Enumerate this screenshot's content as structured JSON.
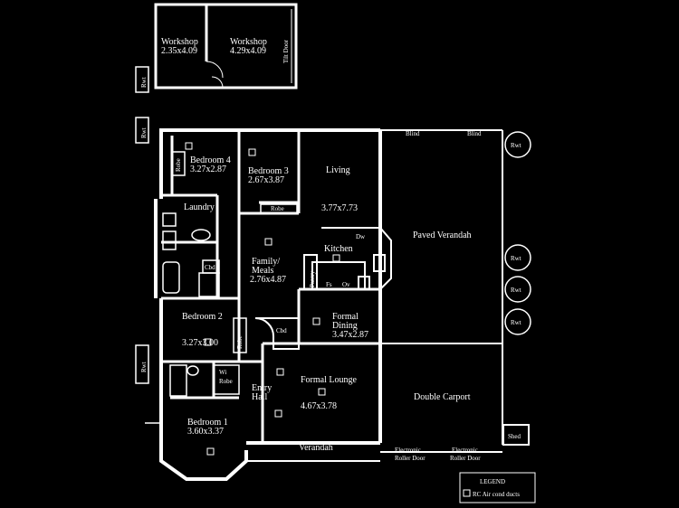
{
  "rooms": {
    "workshop1": {
      "name": "Workshop",
      "size": "2.35x4.09"
    },
    "workshop2": {
      "name": "Workshop",
      "size": "4.29x4.09"
    },
    "tilt_door": "Tilt Door",
    "bedroom4": {
      "name": "Bedroom 4",
      "size": "3.27x2.87"
    },
    "bedroom3": {
      "name": "Bedroom 3",
      "size": "2.67x3.87"
    },
    "living": {
      "name": "Living",
      "size": "3.77x7.73"
    },
    "laundry": "Laundry",
    "family": {
      "name1": "Family/",
      "name2": "Meals",
      "size": "2.76x4.87"
    },
    "kitchen": "Kitchen",
    "pantry": "Pantry",
    "bedroom2": {
      "name": "Bedroom 2",
      "size": "3.27x3.00"
    },
    "formal_dining": {
      "name1": "Formal",
      "name2": "Dining",
      "size": "3.47x2.87"
    },
    "entry_hall": {
      "name1": "Entry",
      "name2": "Hall"
    },
    "formal_lounge": {
      "name": "Formal Lounge",
      "size": "4.67x3.78"
    },
    "bedroom1": {
      "name": "Bedroom 1",
      "size": "3.60x3.37"
    },
    "paved_verandah": "Paved Verandah",
    "double_carport": "Double Carport",
    "verandah": "Verandah",
    "shed": "Shed"
  },
  "fixtures": {
    "robe": "Robe",
    "cbd": "Cbd",
    "dw": "Dw",
    "fs": "Fs",
    "ov": "Ov",
    "wi": "Wi",
    "blind": "Blind",
    "rwt": "Rwt",
    "electronic": "Electronic",
    "roller_door": "Roller Door"
  },
  "legend": {
    "title": "LEGEND",
    "item": "RC Air cond ducts"
  }
}
